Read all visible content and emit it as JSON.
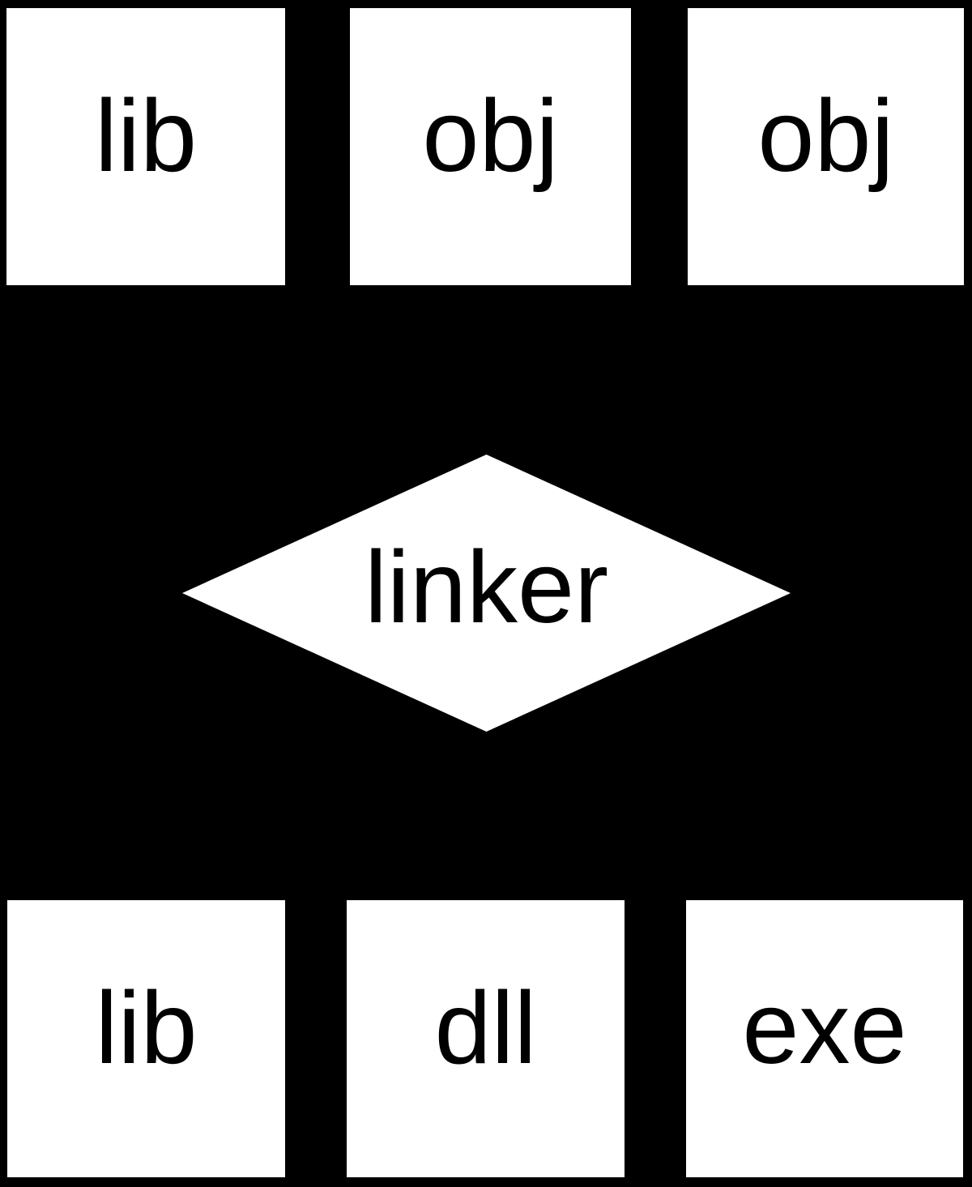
{
  "diagram": {
    "colors": {
      "background": "#000000",
      "node_fill": "#ffffff",
      "node_text": "#000000"
    },
    "top_row": [
      {
        "label": "lib",
        "shape": "box"
      },
      {
        "label": "obj",
        "shape": "box"
      },
      {
        "label": "obj",
        "shape": "box"
      }
    ],
    "center": {
      "label": "linker",
      "shape": "diamond"
    },
    "bottom_row": [
      {
        "label": "lib",
        "shape": "box"
      },
      {
        "label": "dll",
        "shape": "box"
      },
      {
        "label": "exe",
        "shape": "box"
      }
    ]
  }
}
